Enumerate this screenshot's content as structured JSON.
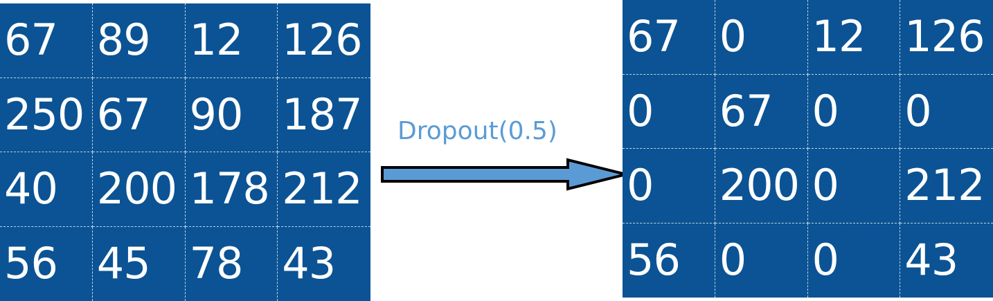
{
  "input_matrix": [
    [
      "67",
      "89",
      "12",
      "126"
    ],
    [
      "250",
      "67",
      "90",
      "187"
    ],
    [
      "40",
      "200",
      "178",
      "212"
    ],
    [
      "56",
      "45",
      "78",
      "43"
    ]
  ],
  "operation_label": "Dropout(0.5)",
  "output_matrix": [
    [
      "67",
      "0",
      "12",
      "126"
    ],
    [
      "0",
      "67",
      "0",
      "0"
    ],
    [
      "0",
      "200",
      "0",
      "212"
    ],
    [
      "56",
      "0",
      "0",
      "43"
    ]
  ],
  "colors": {
    "matrix_fill": "#0b5394",
    "cell_text": "#ffffff",
    "label_text": "#5b9bd5",
    "arrow_fill": "#5b9bd5",
    "arrow_stroke": "#000000"
  }
}
